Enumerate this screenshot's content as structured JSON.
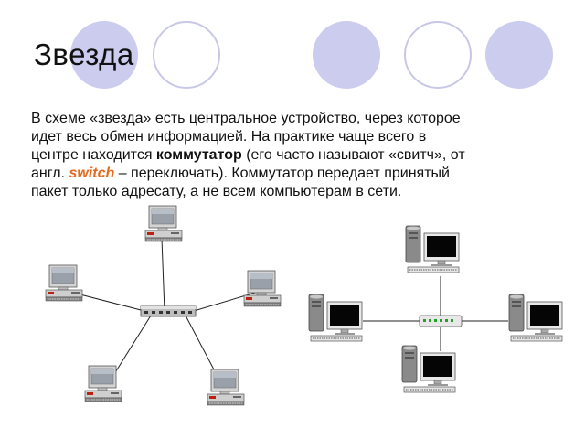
{
  "slide": {
    "title": "Звезда",
    "paragraph": {
      "line1": "В схеме «звезда» есть центральное устройство, через  которое",
      "line2": "идет  весь  обмен  информацией. На практике  чаще  всего в",
      "line3_a": "центре находится ",
      "line3_bold": "коммутатор",
      "line3_b": " (его часто называют  «свитч», от",
      "line4_a": "англ.  ",
      "line4_switch": "switch",
      "line4_b": "  – переключать). Коммутатор передает принятый",
      "line5": "пакет только адресату, а не всем компьютерам в сети."
    }
  },
  "colors": {
    "circle_fill": "#ccccee",
    "circle_ring": "#c8c8e6",
    "accent_switch_word": "#e56a1e",
    "diagram_line": "#222222"
  },
  "diagrams": {
    "left_star": {
      "computers": 5,
      "hub": "switch-icon"
    },
    "right_star": {
      "computers": 4,
      "hub": "switch-icon"
    }
  }
}
